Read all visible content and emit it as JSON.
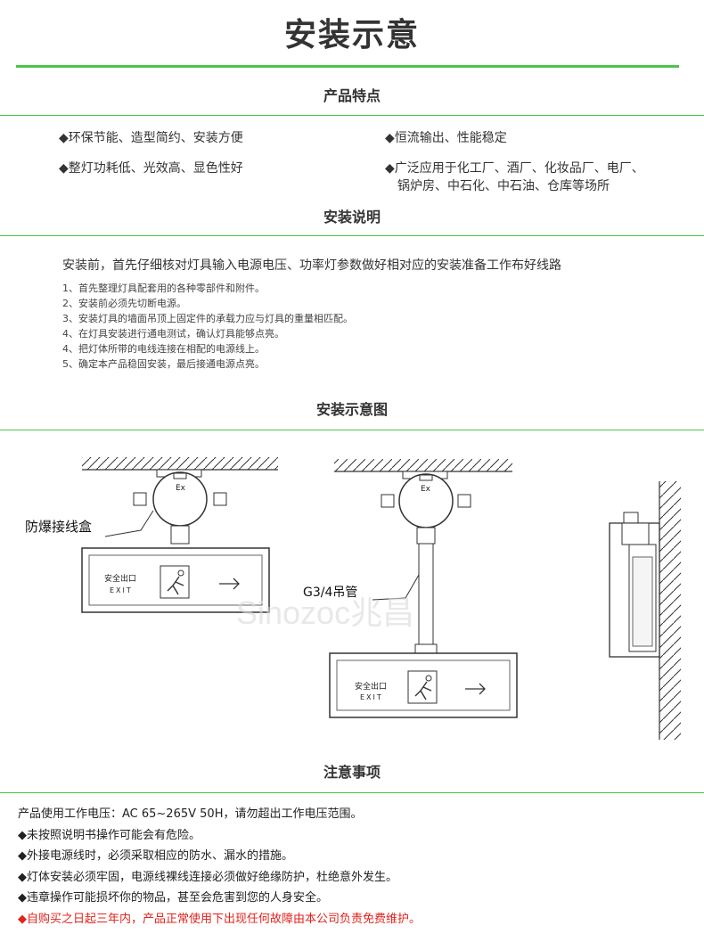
{
  "page_title": "安装示意",
  "features": {
    "heading": "产品特点",
    "items": [
      "◆环保节能、造型简约、安装方便",
      "◆恒流输出、性能稳定",
      "◆整灯功耗低、光效高、显色性好",
      "◆广泛应用于化工厂、酒厂、化妆品厂、电厂、",
      "锅炉房、中石化、中石油、仓库等场所"
    ]
  },
  "instructions": {
    "heading": "安装说明",
    "intro": "安装前，首先仔细核对灯具输入电源电压、功率灯参数做好相对应的安装准备工作布好线路",
    "steps": [
      "1、首先整理灯具配套用的各种零部件和附件。",
      "2、安装前必须先切断电源。",
      "3、安装灯具的墙面吊顶上固定件的承载力应与灯具的重量相匹配。",
      "4、在灯具安装进行通电测试，确认灯具能够点亮。",
      "4、把灯体所带的电线连接在相配的电源线上。",
      "5、确定本产品稳固安装，最后接通电源点亮。"
    ]
  },
  "diagram": {
    "heading": "安装示意图",
    "junction_box_label": "防爆接线盒",
    "pipe_label": "G3/4吊管",
    "ex_mark": "Ex",
    "sign_cn": "安全出口",
    "sign_en": "EXIT",
    "watermark": "Sinozoc兆昌"
  },
  "notes": {
    "heading": "注意事项",
    "lines": [
      "产品使用工作电压：AC 65~265V 50H，请勿超出工作电压范围。",
      "◆未按照说明书操作可能会有危险。",
      "◆外接电源线时，必须采取相应的防水、漏水的措施。",
      "◆灯体安装必须牢固，电源线裸线连接必须做好绝缘防护，杜绝意外发生。",
      "◆违章操作可能损坏你的物品，甚至会危害到您的人身安全。"
    ],
    "warranty": "◆自购买之日起三年内，产品正常使用下出现任何故障由本公司负责免费维护。"
  },
  "colors": {
    "green_rule": "#4cc34c",
    "warranty_red": "#e0231c"
  }
}
